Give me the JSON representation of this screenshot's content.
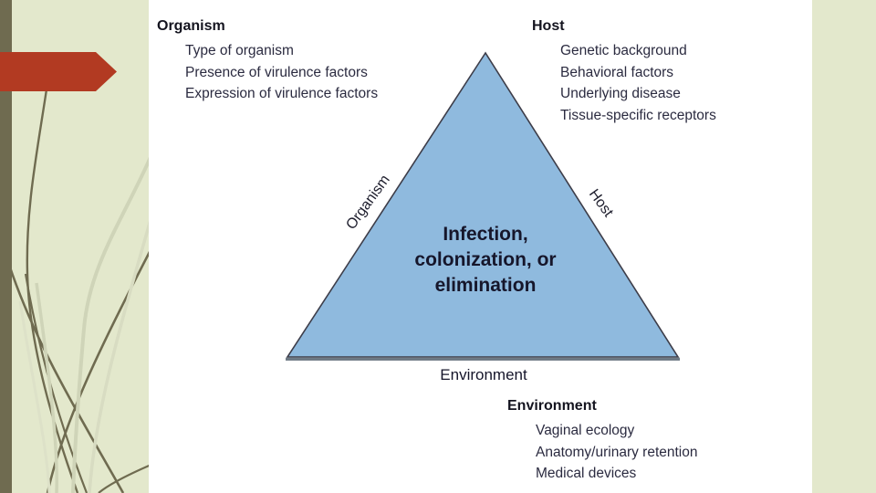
{
  "colors": {
    "slide_background": "#E3E8CC",
    "accent_bar": "#6F6B50",
    "arrow": "#B23A22",
    "panel": "#FFFFFF",
    "triangle_fill": "#8FBADE",
    "triangle_border": "#3D3D49",
    "triangle_base_line": "#6F7A85",
    "dark_curve": "#6F6B50",
    "light_curve": "#CFD4B8",
    "text_dark": "#16162B"
  },
  "diagram": {
    "triangle": {
      "center_label": "Infection,\ncolonization, or\nelimination",
      "left_edge_label": "Organism",
      "right_edge_label": "Host",
      "base_label": "Environment"
    },
    "factor_groups": [
      {
        "title": "Organism",
        "items": [
          "Type of organism",
          "Presence of virulence factors",
          "Expression of virulence factors"
        ]
      },
      {
        "title": "Host",
        "items": [
          "Genetic background",
          "Behavioral factors",
          "Underlying disease",
          "Tissue-specific receptors"
        ]
      },
      {
        "title": "Environment",
        "items": [
          "Vaginal ecology",
          "Anatomy/urinary retention",
          "Medical devices"
        ]
      }
    ]
  }
}
